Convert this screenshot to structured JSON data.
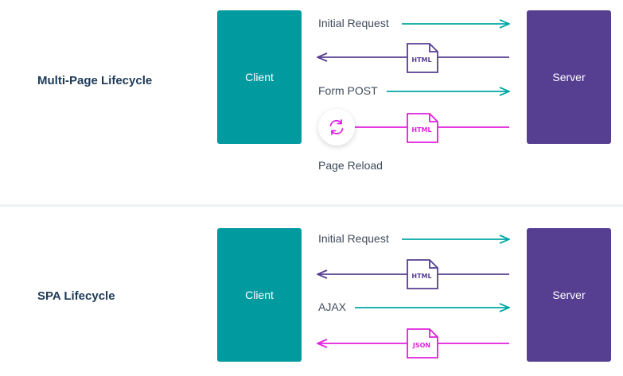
{
  "colors": {
    "client": "#009a9f",
    "server": "#563f91",
    "request_arrow": "#00a6a6",
    "html_arrow": "#563f91",
    "reload_arrow": "#e020dc",
    "title_text": "#1d3a58",
    "label_text": "#3f4b5b"
  },
  "multi_page": {
    "title": "Multi-Page Lifecycle",
    "client_label": "Client",
    "server_label": "Server",
    "flows": [
      {
        "label": "Initial Request",
        "direction": "to-server",
        "color": "request_arrow"
      },
      {
        "doc": "HTML",
        "direction": "to-client",
        "color": "html_arrow"
      },
      {
        "label": "Form POST",
        "direction": "to-server",
        "color": "request_arrow"
      },
      {
        "doc": "HTML",
        "direction": "to-reload",
        "color": "reload_arrow"
      }
    ],
    "reload_icon": "refresh-icon",
    "reload_label": "Page Reload"
  },
  "spa": {
    "title": "SPA Lifecycle",
    "client_label": "Client",
    "server_label": "Server",
    "flows": [
      {
        "label": "Initial Request",
        "direction": "to-server",
        "color": "request_arrow"
      },
      {
        "doc": "HTML",
        "direction": "to-client",
        "color": "html_arrow"
      },
      {
        "label": "AJAX",
        "direction": "to-server",
        "color": "request_arrow"
      },
      {
        "doc": "JSON",
        "direction": "to-client",
        "color": "reload_arrow"
      }
    ]
  }
}
